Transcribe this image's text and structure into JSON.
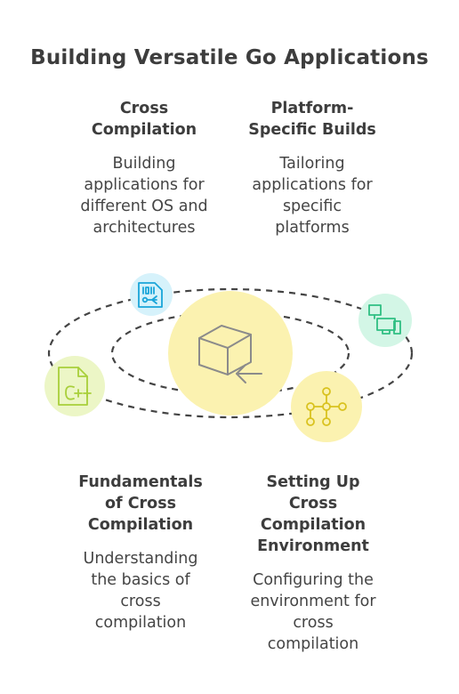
{
  "title": "Building Versatile Go Applications",
  "blocks": {
    "top_left": {
      "heading": [
        "Cross",
        "Compilation"
      ],
      "description": [
        "Building",
        "applications for",
        "different OS and",
        "architectures"
      ]
    },
    "top_right": {
      "heading": [
        "Platform-",
        "Specific Builds"
      ],
      "description": [
        "Tailoring",
        "applications for",
        "specific",
        "platforms"
      ]
    },
    "bottom_left": {
      "heading": [
        "Fundamentals",
        "of Cross",
        "Compilation"
      ],
      "description": [
        "Understanding",
        "the basics of",
        "cross",
        "compilation"
      ]
    },
    "bottom_right": {
      "heading": [
        "Setting Up",
        "Cross",
        "Compilation",
        "Environment"
      ],
      "description": [
        "Configuring the",
        "environment for",
        "cross",
        "compilation"
      ]
    }
  },
  "colors": {
    "center": "#fbf2b0",
    "blue_node": "#d6f2fb",
    "green_node": "#d3f6e6",
    "lime_node": "#ecf6c6",
    "yellow_node": "#fbf2b0",
    "blue_icon": "#1aa5d9",
    "green_icon": "#2fbf83",
    "lime_icon": "#a8cf3a",
    "yellow_icon": "#d9c21f",
    "center_icon": "#8b8b8b",
    "orbit": "#444444"
  },
  "icons": {
    "center": "cube-arrow-icon",
    "blue": "binary-file-icon",
    "green": "devices-network-icon",
    "lime": "cpp-file-icon",
    "yellow": "flow-nodes-icon"
  }
}
